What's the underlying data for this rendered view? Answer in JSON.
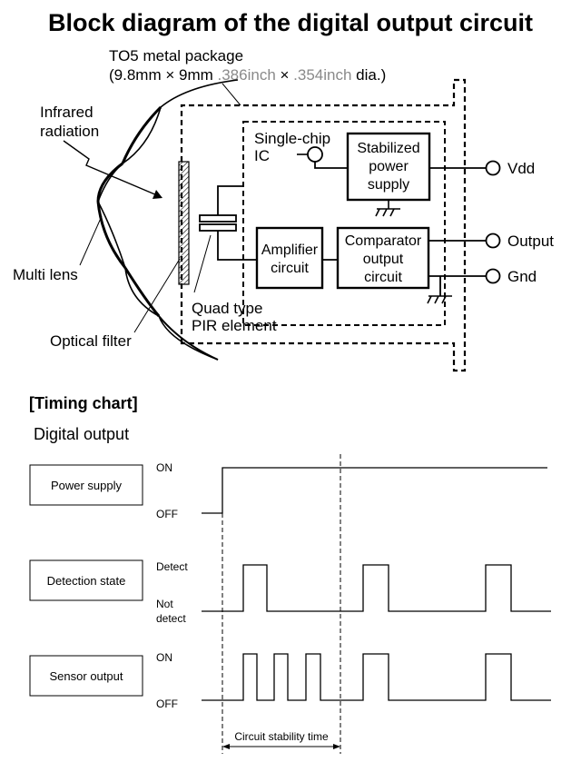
{
  "title": "Block diagram of the digital output circuit",
  "package": {
    "line1": "TO5 metal package",
    "line2_prefix": "(9.8mm × 9mm ",
    "line2_gray1": ".386inch",
    "line2_mid": " × ",
    "line2_gray2": ".354inch",
    "line2_suffix": " dia.)"
  },
  "labels": {
    "infrared_1": "Infrared",
    "infrared_2": "radiation",
    "multi_lens": "Multi lens",
    "optical_filter": "Optical filter",
    "single_chip_1": "Single-chip",
    "single_chip_2": "IC",
    "quad_1": "Quad type",
    "quad_2": "PIR element"
  },
  "blocks": {
    "stabilized_1": "Stabilized",
    "stabilized_2": "power",
    "stabilized_3": "supply",
    "amplifier_1": "Amplifier",
    "amplifier_2": "circuit",
    "comparator_1": "Comparator",
    "comparator_2": "output",
    "comparator_3": "circuit"
  },
  "terminals": {
    "vdd": "Vdd",
    "output": "Output",
    "gnd": "Gnd"
  },
  "timing": {
    "heading": "[Timing chart]",
    "subheading": "Digital output",
    "signals": [
      {
        "name": "Power supply",
        "high": "ON",
        "low": "OFF"
      },
      {
        "name": "Detection state",
        "high": "Detect",
        "low_1": "Not",
        "low_2": "detect"
      },
      {
        "name": "Sensor output",
        "high": "ON",
        "low": "OFF"
      }
    ],
    "stability_label": "Circuit stability time"
  }
}
